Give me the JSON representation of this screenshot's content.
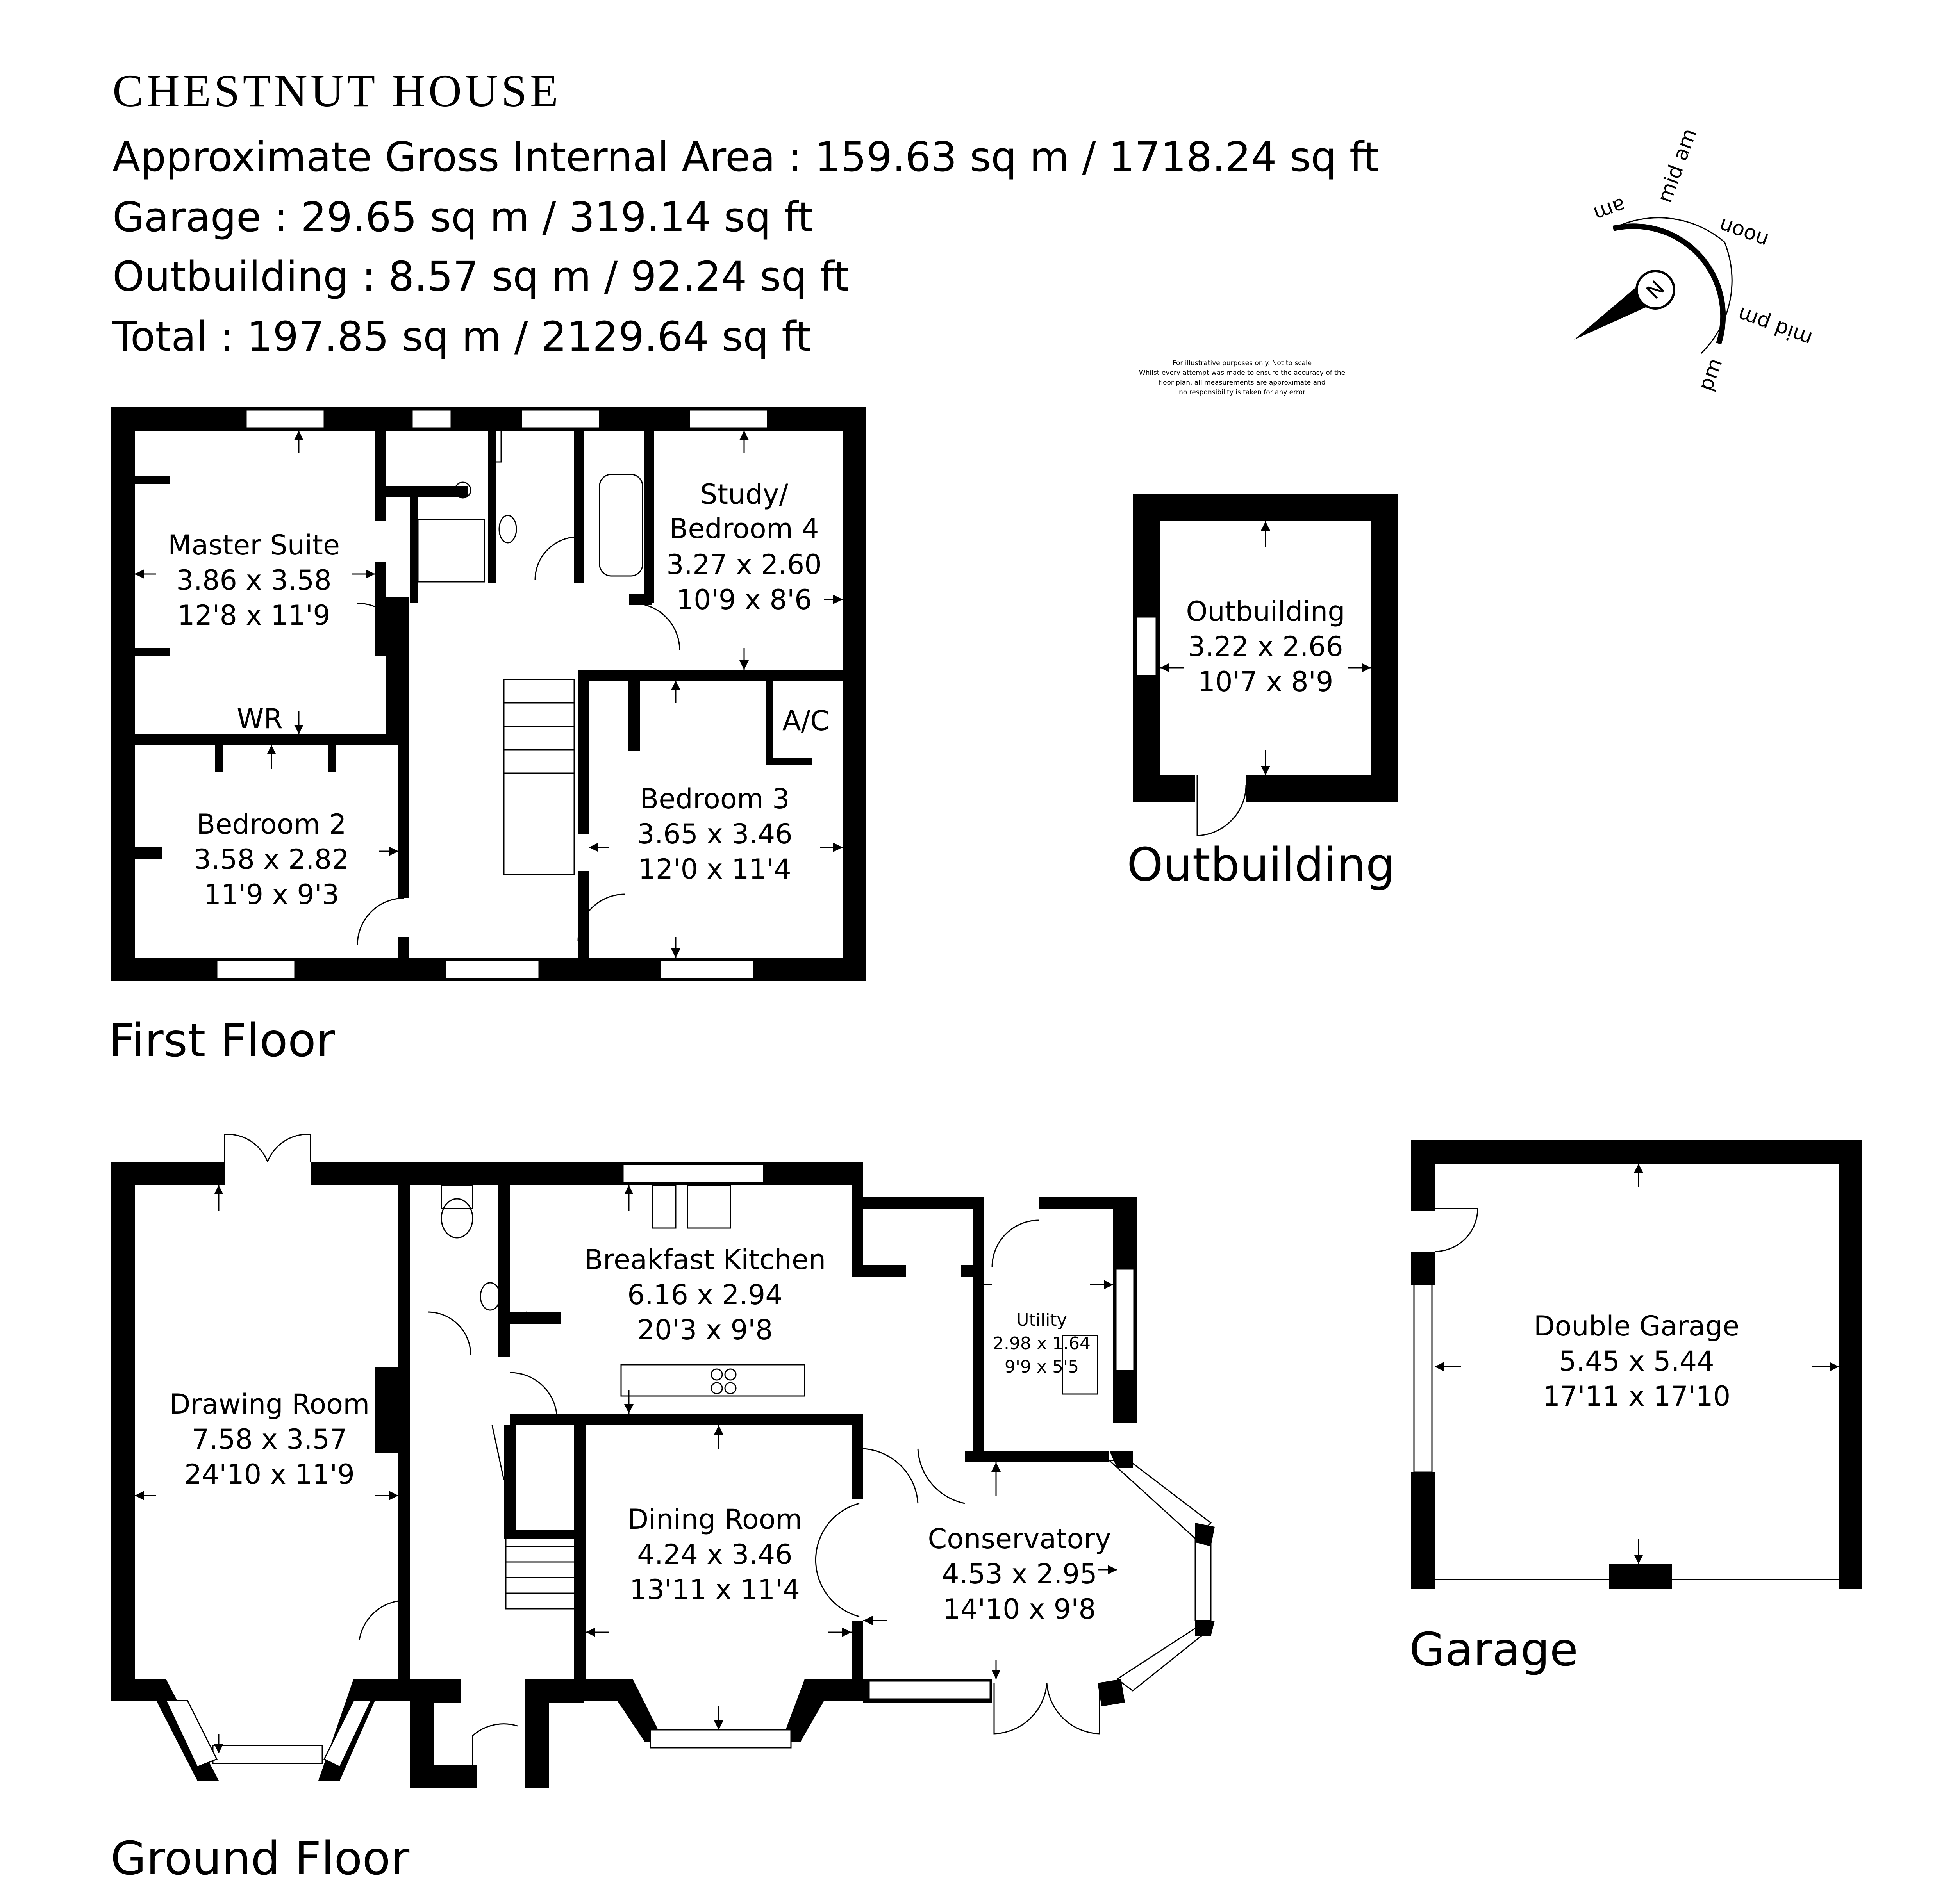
{
  "header": {
    "title": "CHESTNUT HOUSE",
    "area_lines": [
      "Approximate Gross Internal Area : 159.63 sq m / 1718.24 sq ft",
      "Garage : 29.65 sq m / 319.14 sq ft",
      "Outbuilding : 8.57 sq m / 92.24 sq ft",
      "Total : 197.85 sq m / 2129.64 sq ft"
    ]
  },
  "disclaimer": [
    "For illustrative purposes only. Not to scale",
    "Whilst every attempt was made to ensure the accuracy of the",
    "floor plan, all measurements are approximate and",
    "no responsibility is taken for any error"
  ],
  "compass": {
    "north": "N",
    "times": [
      "am",
      "mid am",
      "noon",
      "mid pm",
      "pm"
    ]
  },
  "floors": {
    "first": "First Floor",
    "ground": "Ground Floor",
    "outbuilding": "Outbuilding",
    "garage": "Garage"
  },
  "rooms": {
    "master": [
      "Master Suite",
      "3.86 x 3.58",
      "12'8 x 11'9"
    ],
    "wr": "WR",
    "study": [
      "Study/",
      "Bedroom 4",
      "3.27 x 2.60",
      "10'9 x 8'6"
    ],
    "ac": "A/C",
    "bed3": [
      "Bedroom 3",
      "3.65 x 3.46",
      "12'0 x 11'4"
    ],
    "bed2": [
      "Bedroom 2",
      "3.58 x 2.82",
      "11'9 x 9'3"
    ],
    "outbuilding": [
      "Outbuilding",
      "3.22 x 2.66",
      "10'7 x 8'9"
    ],
    "drawing": [
      "Drawing Room",
      "7.58 x 3.57",
      "24'10 x 11'9"
    ],
    "kitchen": [
      "Breakfast Kitchen",
      "6.16 x 2.94",
      "20'3 x 9'8"
    ],
    "utility": [
      "Utility",
      "2.98 x 1.64",
      "9'9 x 5'5"
    ],
    "dining": [
      "Dining Room",
      "4.24 x 3.46",
      "13'11 x 11'4"
    ],
    "conservatory": [
      "Conservatory",
      "4.53 x 2.95",
      "14'10 x 9'8"
    ],
    "garage": [
      "Double Garage",
      "5.45 x 5.44",
      "17'11 x 17'10"
    ]
  }
}
